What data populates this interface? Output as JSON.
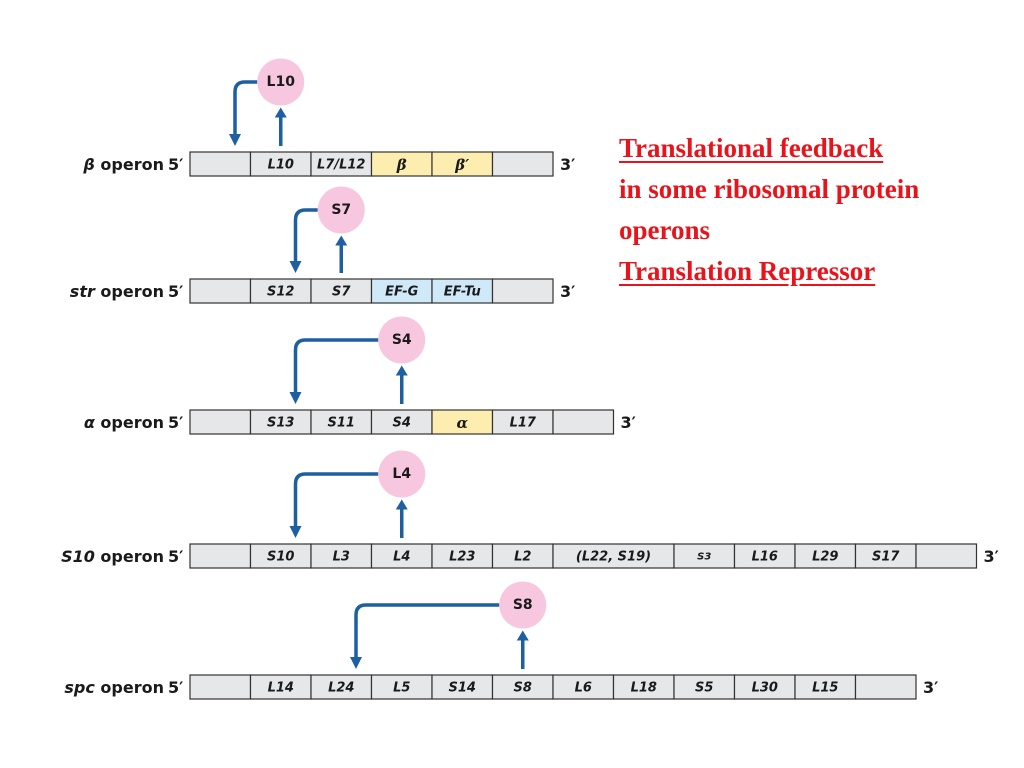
{
  "notes": {
    "line1": "Translational feedback",
    "line2": "in some ribosomal protein",
    "line3": "operons",
    "line4": "Translation Repressor"
  },
  "colors": {
    "arrow": "#1d5fa0",
    "protein_circle": "#f7c7df",
    "gene_gray": "#e6e7e8",
    "gene_yellow": "#fdeeb0",
    "gene_blue": "#cfe9f8",
    "text_red": "#e8141b"
  },
  "operons": [
    {
      "prefix": "β",
      "prefix_italic": true,
      "suffix": "operon",
      "five": "5′",
      "three": "3′",
      "genes": [
        {
          "label": "",
          "color": "gray"
        },
        {
          "label": "L10",
          "color": "gray"
        },
        {
          "label": "L7/L12",
          "color": "gray"
        },
        {
          "label": "β",
          "color": "yellow",
          "greek": true
        },
        {
          "label": "β′",
          "color": "yellow",
          "greek": true
        },
        {
          "label": "",
          "color": "gray"
        }
      ],
      "repressor": {
        "label": "L10",
        "gene_index": 1,
        "target_index": 0
      }
    },
    {
      "prefix": "str",
      "prefix_italic": true,
      "suffix": "operon",
      "five": "5′",
      "three": "3′",
      "genes": [
        {
          "label": "",
          "color": "gray"
        },
        {
          "label": "S12",
          "color": "gray"
        },
        {
          "label": "S7",
          "color": "gray"
        },
        {
          "label": "EF-G",
          "color": "blue"
        },
        {
          "label": "EF-Tu",
          "color": "blue"
        },
        {
          "label": "",
          "color": "gray"
        }
      ],
      "repressor": {
        "label": "S7",
        "gene_index": 2,
        "target_index": 1
      }
    },
    {
      "prefix": "α",
      "prefix_italic": true,
      "suffix": "operon",
      "five": "5′",
      "three": "3′",
      "genes": [
        {
          "label": "",
          "color": "gray"
        },
        {
          "label": "S13",
          "color": "gray"
        },
        {
          "label": "S11",
          "color": "gray"
        },
        {
          "label": "S4",
          "color": "gray"
        },
        {
          "label": "α",
          "color": "yellow",
          "greek": true
        },
        {
          "label": "L17",
          "color": "gray"
        },
        {
          "label": "",
          "color": "gray"
        }
      ],
      "repressor": {
        "label": "S4",
        "gene_index": 3,
        "target_index": 1
      }
    },
    {
      "prefix": "S10",
      "prefix_italic": true,
      "suffix": "operon",
      "five": "5′",
      "three": "3′",
      "genes": [
        {
          "label": "",
          "color": "gray"
        },
        {
          "label": "S10",
          "color": "gray"
        },
        {
          "label": "L3",
          "color": "gray"
        },
        {
          "label": "L4",
          "color": "gray"
        },
        {
          "label": "L23",
          "color": "gray"
        },
        {
          "label": "L2",
          "color": "gray"
        },
        {
          "label": "(L22, S19)",
          "color": "gray",
          "wide": true
        },
        {
          "label": "S3",
          "color": "gray",
          "small": true
        },
        {
          "label": "L16",
          "color": "gray"
        },
        {
          "label": "L29",
          "color": "gray"
        },
        {
          "label": "S17",
          "color": "gray"
        },
        {
          "label": "",
          "color": "gray"
        }
      ],
      "repressor": {
        "label": "L4",
        "gene_index": 3,
        "target_index": 1
      }
    },
    {
      "prefix": "spc",
      "prefix_italic": true,
      "suffix": "operon",
      "five": "5′",
      "three": "3′",
      "genes": [
        {
          "label": "",
          "color": "gray"
        },
        {
          "label": "L14",
          "color": "gray"
        },
        {
          "label": "L24",
          "color": "gray"
        },
        {
          "label": "L5",
          "color": "gray"
        },
        {
          "label": "S14",
          "color": "gray"
        },
        {
          "label": "S8",
          "color": "gray"
        },
        {
          "label": "L6",
          "color": "gray"
        },
        {
          "label": "L18",
          "color": "gray"
        },
        {
          "label": "S5",
          "color": "gray"
        },
        {
          "label": "L30",
          "color": "gray"
        },
        {
          "label": "L15",
          "color": "gray"
        },
        {
          "label": "",
          "color": "gray"
        }
      ],
      "repressor": {
        "label": "S8",
        "gene_index": 5,
        "target_index": 2
      }
    }
  ]
}
